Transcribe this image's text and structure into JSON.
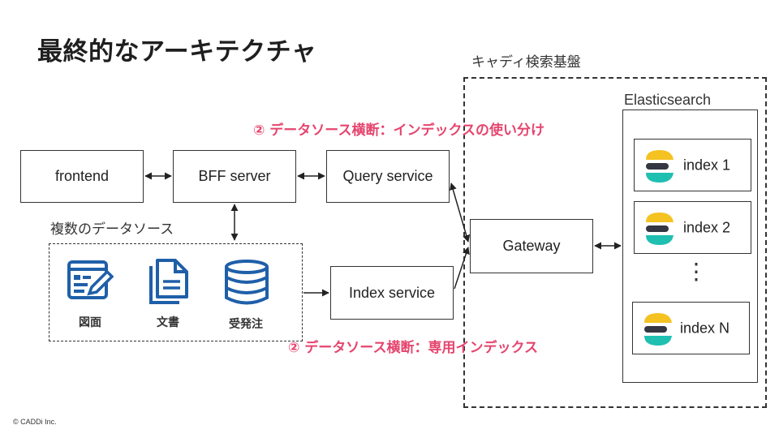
{
  "title": "最終的なアーキテクチャ",
  "platform_label": "キャディ検索基盤",
  "elasticsearch_label": "Elasticsearch",
  "annotation_top": "② データソース横断：インデックスの使い分け",
  "annotation_bottom": "② データソース横断：専用インデックス",
  "nodes": {
    "frontend": "frontend",
    "bff": "BFF server",
    "query": "Query service",
    "gateway": "Gateway",
    "index_service": "Index service"
  },
  "data_sources": {
    "label": "複数のデータソース",
    "items": [
      {
        "label": "図面",
        "icon": "drawing-edit-icon"
      },
      {
        "label": "文書",
        "icon": "documents-icon"
      },
      {
        "label": "受発注",
        "icon": "database-icon"
      }
    ]
  },
  "indexes": [
    "index 1",
    "index 2",
    "index N"
  ],
  "ellipsis": "⋮",
  "copyright": "© CADDi Inc.",
  "colors": {
    "accent": "#e5456e",
    "icon_blue": "#1f5fa8",
    "elastic_yellow": "#f4c221",
    "elastic_teal": "#1fbfb1",
    "elastic_dark": "#343741"
  }
}
